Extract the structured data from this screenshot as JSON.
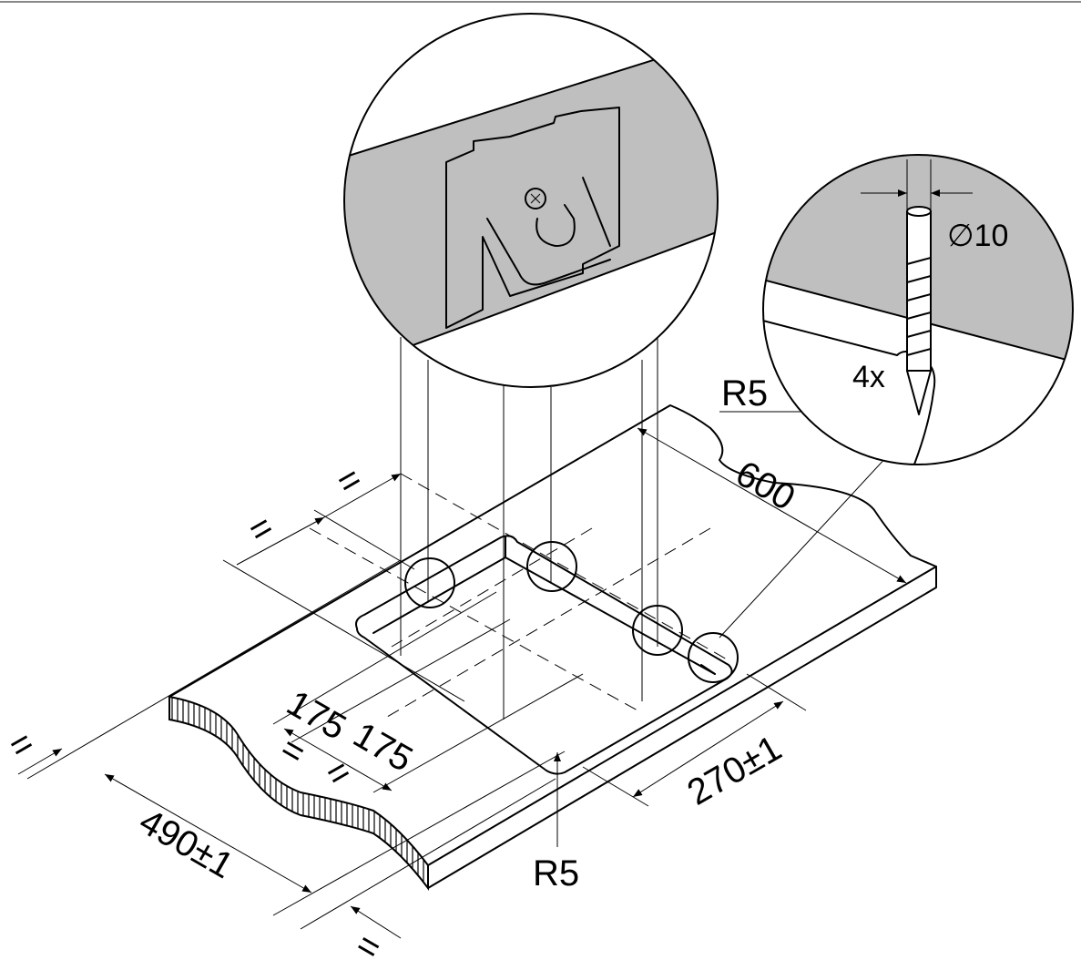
{
  "labels": {
    "dim_600": "600",
    "dim_490": "490±1",
    "dim_270": "270±1",
    "dim_175_left": "175",
    "dim_175_right": "175",
    "r5_top": "R5",
    "r5_bottom": "R5",
    "diameter": "∅10",
    "count": "4x",
    "equal": "="
  },
  "colors": {
    "line": "#000000",
    "shade": "#bfbfbf",
    "background": "#ffffff"
  }
}
